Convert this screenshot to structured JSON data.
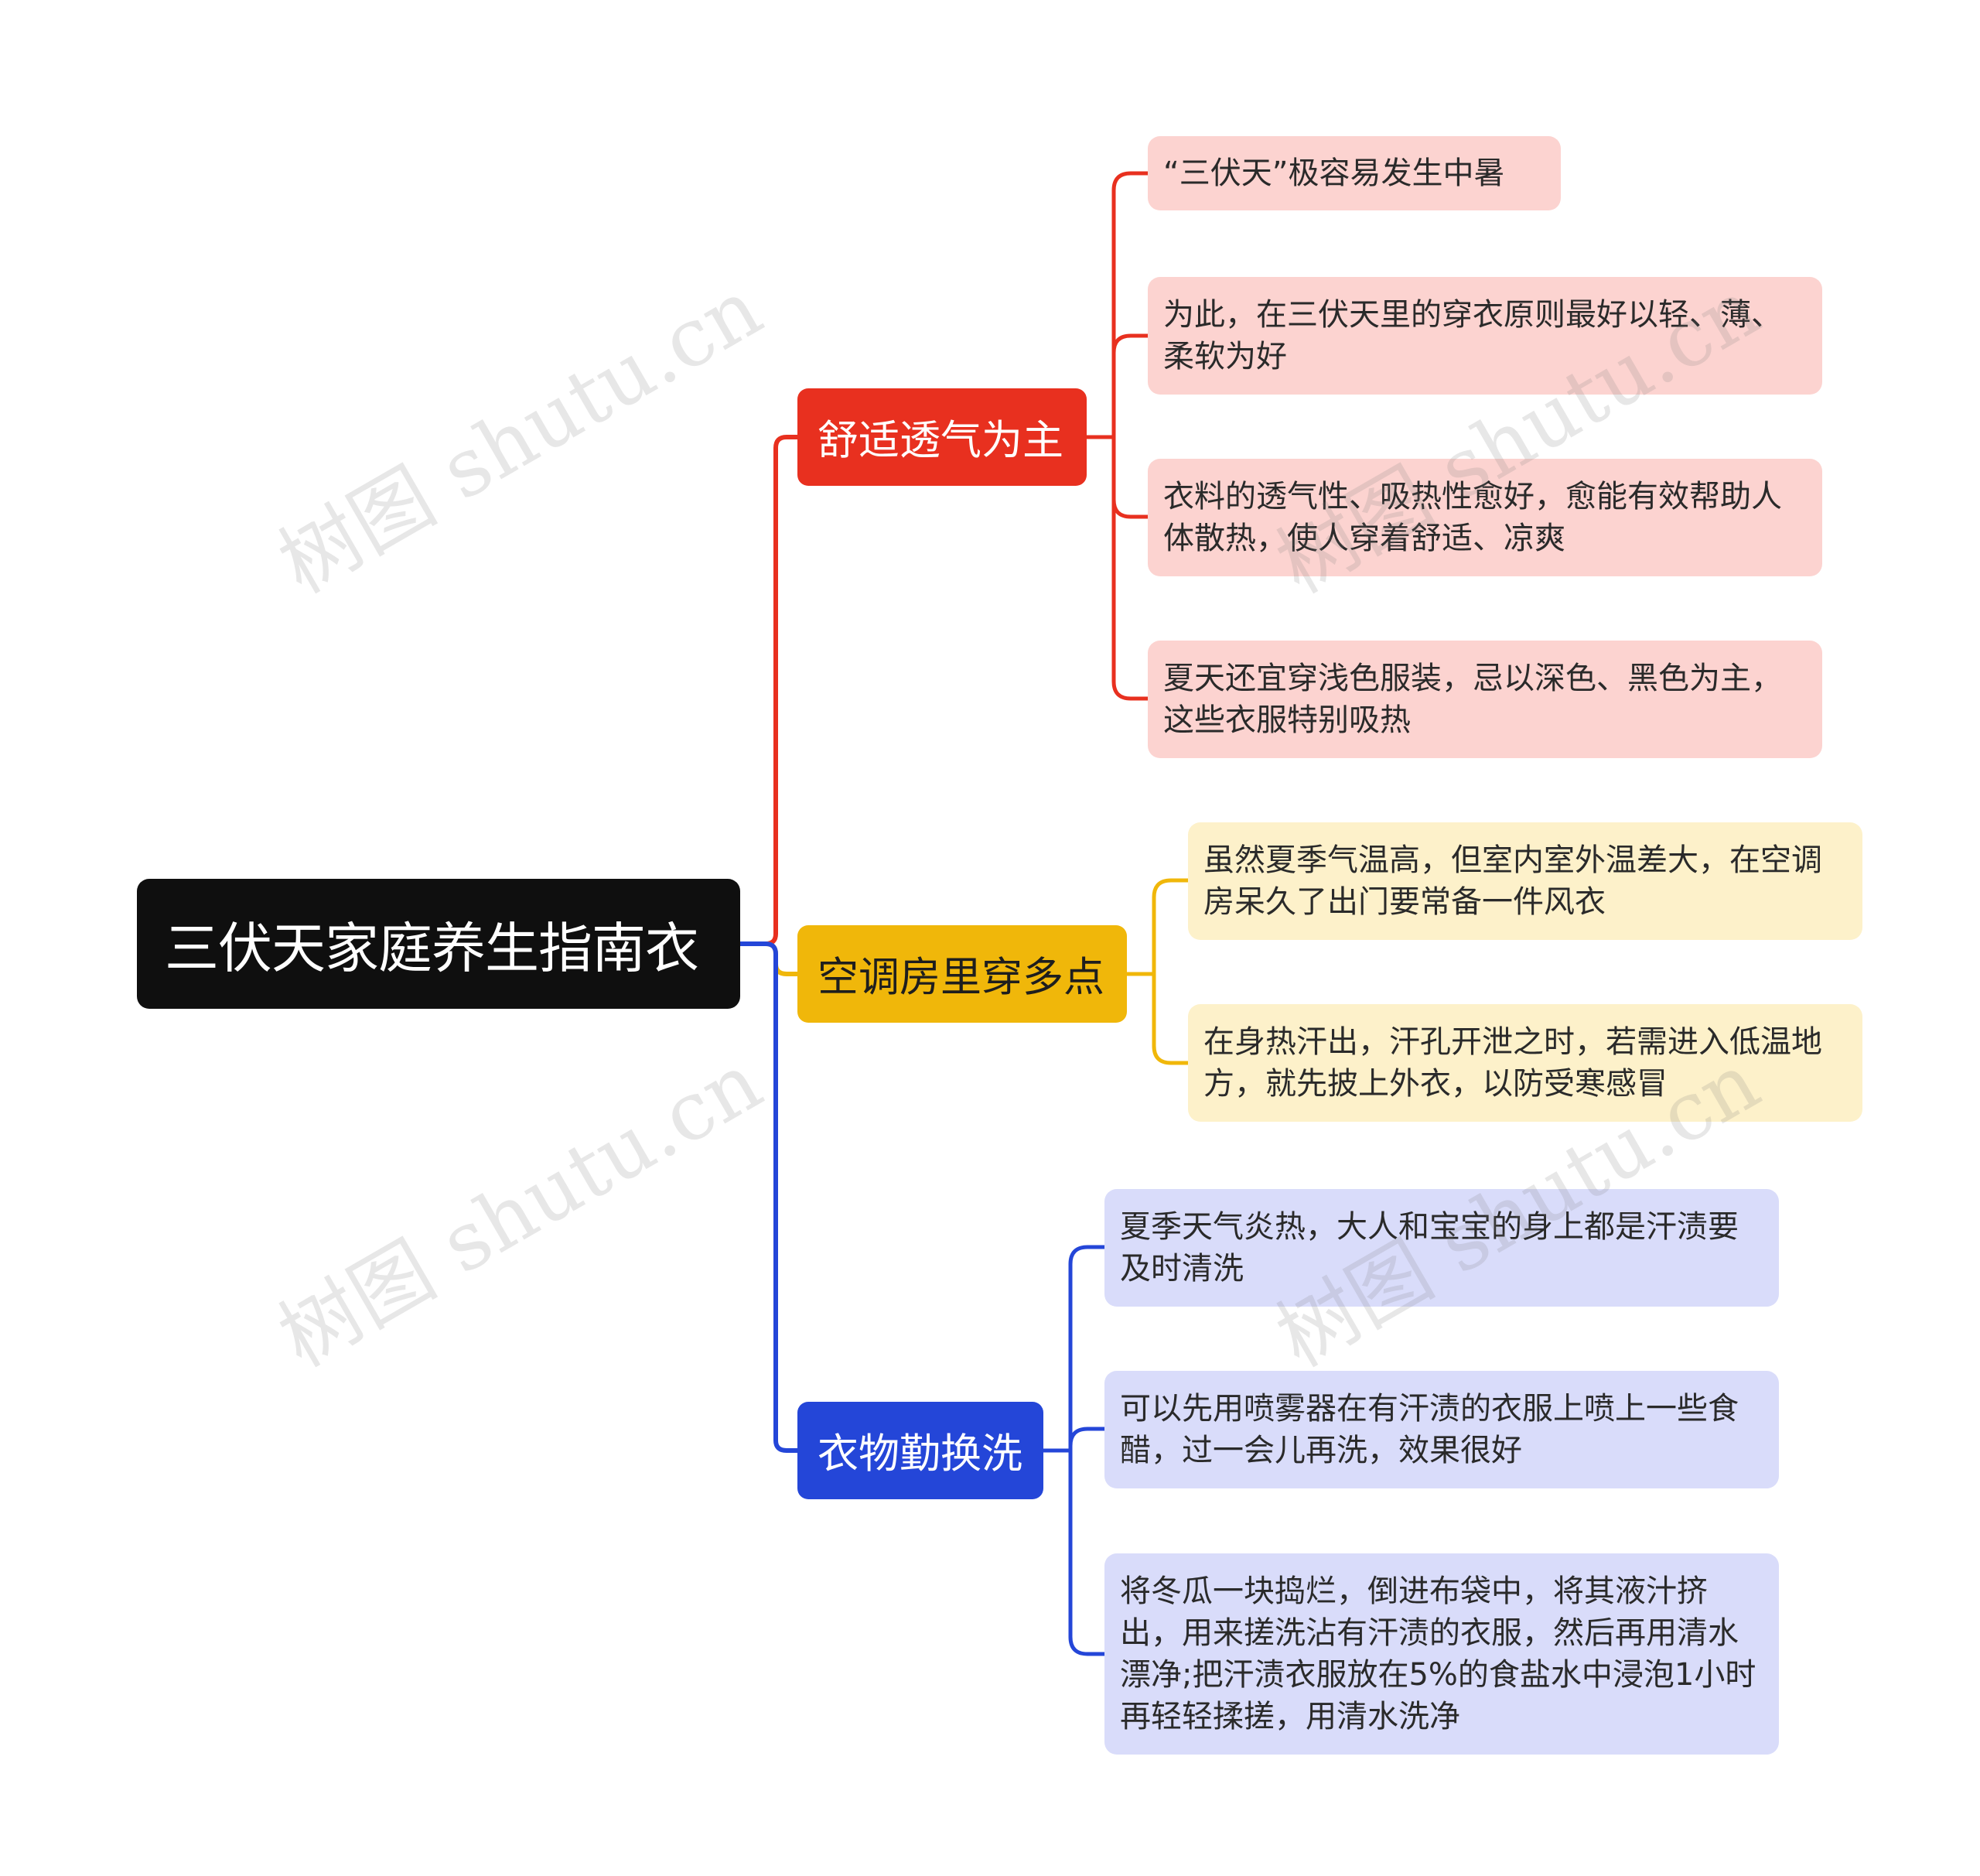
{
  "colors": {
    "root": "#0f0f0f",
    "branch_red": "#e8301f",
    "branch_yellow": "#f0b70a",
    "branch_blue": "#2446d8",
    "leaf_red": "#fcd3d0",
    "leaf_yellow": "#fdf1ca",
    "leaf_blue": "#d9dcfa"
  },
  "root": {
    "label": "三伏天家庭养生指南衣"
  },
  "branches": [
    {
      "label": "舒适透气为主",
      "leaves": [
        "“三伏天”极容易发生中暑",
        "为此，在三伏天里的穿衣原则最好以轻、薄、柔软为好",
        "衣料的透气性、吸热性愈好，愈能有效帮助人体散热，使人穿着舒适、凉爽",
        "夏天还宜穿浅色服装，忌以深色、黑色为主，这些衣服特别吸热"
      ]
    },
    {
      "label": "空调房里穿多点",
      "leaves": [
        "虽然夏季气温高，但室内室外温差大，在空调房呆久了出门要常备一件风衣",
        "在身热汗出，汗孔开泄之时，若需进入低温地方，就先披上外衣，以防受寒感冒"
      ]
    },
    {
      "label": "衣物勤换洗",
      "leaves": [
        "夏季天气炎热，大人和宝宝的身上都是汗渍要及时清洗",
        "可以先用喷雾器在有汗渍的衣服上喷上一些食醋，过一会儿再洗，效果很好",
        "将冬瓜一块捣烂，倒进布袋中，将其液汁挤出，用来搓洗沾有汗渍的衣服，然后再用清水漂净;把汗渍衣服放在5%的食盐水中浸泡1小时再轻轻揉搓，用清水洗净"
      ]
    }
  ],
  "watermark": "树图 shutu.cn"
}
